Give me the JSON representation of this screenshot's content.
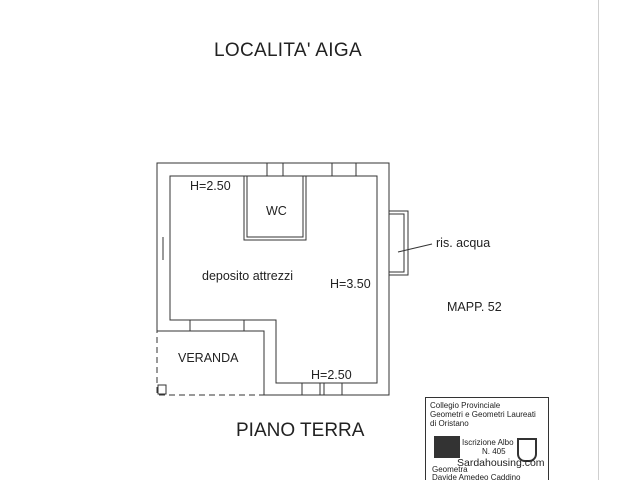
{
  "title": "LOCALITA' AIGA",
  "footer": "PIANO TERRA",
  "plan": {
    "rooms": {
      "wc": "WC",
      "deposito": "deposito attrezzi",
      "veranda": "VERANDA"
    },
    "heights": {
      "top_left": "H=2.50",
      "right": "H=3.50",
      "bottom": "H=2.50"
    },
    "annotation": "ris. acqua",
    "parcel": "MAPP. 52"
  },
  "stamp": {
    "line1": "Collegio Provinciale",
    "line2": "Geometri e Geometri Laureati",
    "line3": "di Oristano",
    "albo": "Iscrizione Albo",
    "number": "N. 405",
    "role": "Geometra",
    "name": "Davide Amedeo Caddino",
    "watermark": "Sardahousing.com"
  }
}
